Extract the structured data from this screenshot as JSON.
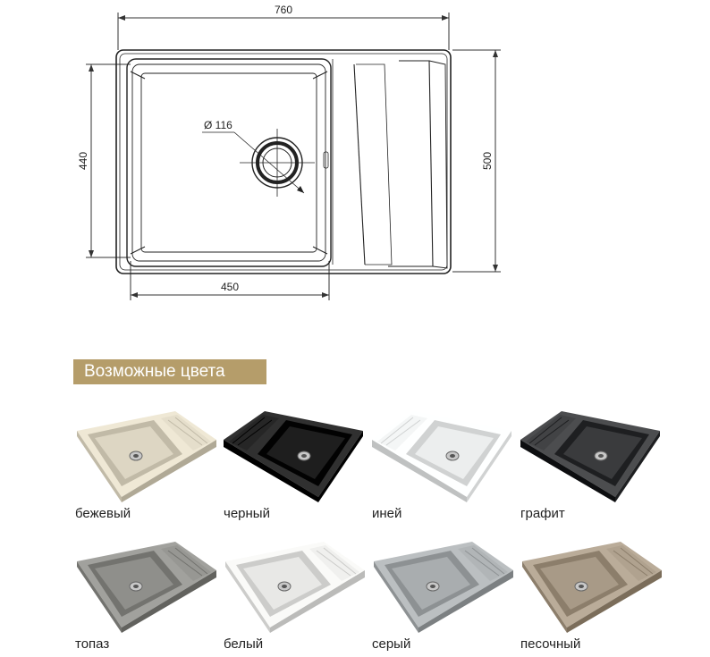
{
  "drawing": {
    "dim_total_width": "760",
    "dim_total_height": "500",
    "dim_bowl_height": "440",
    "dim_bowl_width": "450",
    "dim_drain": "Ø 116"
  },
  "colors_section": {
    "title": "Возможные цвета",
    "accent_color": "#b59d6a",
    "items": [
      {
        "label": "бежевый",
        "color": "#ddd6c3"
      },
      {
        "label": "черный",
        "color": "#1e1e1e"
      },
      {
        "label": "иней",
        "color": "#eceeee"
      },
      {
        "label": "графит",
        "color": "#3a3b3d"
      },
      {
        "label": "топаз",
        "color": "#8f8f8b"
      },
      {
        "label": "белый",
        "color": "#e8e8e6"
      },
      {
        "label": "серый",
        "color": "#a9adaf"
      },
      {
        "label": "песочный",
        "color": "#a89a87"
      }
    ]
  }
}
